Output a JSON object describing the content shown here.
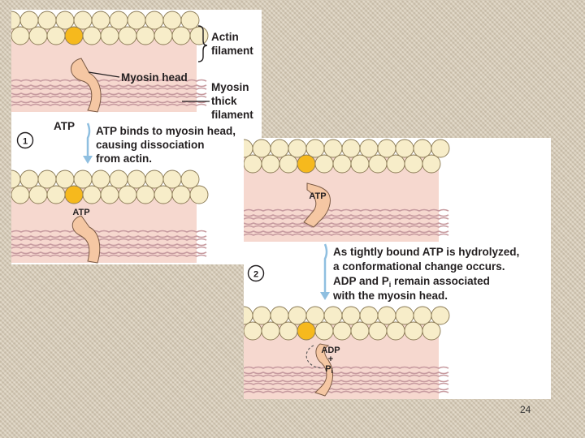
{
  "panel_1": {
    "labels": {
      "actin": [
        "Actin",
        "filament"
      ],
      "myosin_head": "Myosin head",
      "thick": [
        "Myosin",
        "thick",
        "filament"
      ]
    },
    "step": {
      "number": "1",
      "molecule": "ATP",
      "caption": [
        "ATP binds to myosin head,",
        "causing dissociation",
        "from actin."
      ]
    },
    "head_label": "ATP"
  },
  "panel_2": {
    "head_label_top": "ATP",
    "step": {
      "number": "2",
      "caption": [
        "As tightly bound ATP is hydrolyzed,",
        "a conformational change occurs.",
        "ADP and P",
        "i",
        " remain associated",
        "with the myosin head."
      ]
    },
    "head_label_bottom": {
      "adp": "ADP",
      "plus": "+",
      "pi": "P",
      "pi_sub": "i"
    }
  },
  "page_number": "24",
  "colors": {
    "actin_bead": "#f7edc9",
    "actin_active": "#f6b91d",
    "band_pink": "#f6d8cf",
    "thick_filament": "#c79ba0",
    "myosin_head": "#f5c7a3",
    "arrow_blue": "#8fbfe0"
  }
}
